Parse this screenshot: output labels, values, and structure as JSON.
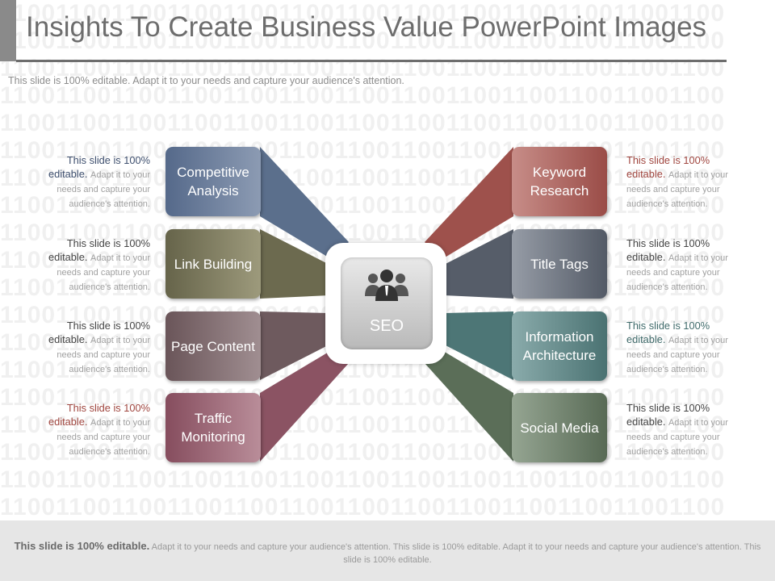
{
  "header": {
    "title": "Insights To Create Business Value PowerPoint Images",
    "subtitle": "This slide is 100% editable. Adapt it to your needs and capture your audience's attention."
  },
  "background": {
    "binary_row": "1100110011001100110011001100110011001100110011001100"
  },
  "hub": {
    "label": "SEO",
    "icon": "people-group-icon"
  },
  "left_items": [
    {
      "label": "Competitive Analysis",
      "color": "#5b6f8c"
    },
    {
      "label": "Link Building",
      "color": "#6c6a4f"
    },
    {
      "label": "Page Content",
      "color": "#6e5a5e"
    },
    {
      "label": "Traffic Monitoring",
      "color": "#8b5363"
    }
  ],
  "right_items": [
    {
      "label": "Keyword Research",
      "color": "#9e514c"
    },
    {
      "label": "Title Tags",
      "color": "#565d69"
    },
    {
      "label": "Information Architecture",
      "color": "#4d7676"
    },
    {
      "label": "Social Media",
      "color": "#5b6e58"
    }
  ],
  "descriptions": {
    "lead": "This slide is 100% editable.",
    "rest": "Adapt it to your needs and capture your audience's attention.",
    "lead_color_red": "#a0463f",
    "lead_color_blue": "#3e4f6e"
  },
  "footer": {
    "lead": "This slide is 100% editable.",
    "text": "Adapt it to your needs and capture your audience's attention. This slide is 100% editable. Adapt it to your needs and capture your audience's attention. This slide is 100% editable."
  }
}
